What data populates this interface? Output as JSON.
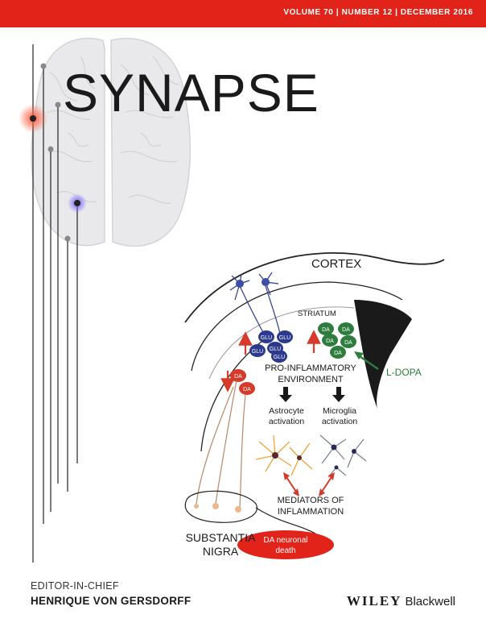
{
  "header": {
    "issue_line": "VOLUME 70 | NUMBER 12 | DECEMBER 2016"
  },
  "journal": {
    "title": "SYNAPSE"
  },
  "figure": {
    "cortex": "CORTEX",
    "striatum": "STRIATUM",
    "glu": "GLU",
    "da": "DA",
    "env_line1": "PRO-INFLAMMATORY",
    "env_line2": "ENVIRONMENT",
    "astro_line1": "Astrocyte",
    "astro_line2": "activation",
    "micro_line1": "Microglia",
    "micro_line2": "activation",
    "ldopa": "L-DOPA",
    "mediators_line1": "MEDIATORS OF",
    "mediators_line2": "INFLAMMATION",
    "sn_line1": "SUBSTANTIA",
    "sn_line2": "NIGRA",
    "death_line1": "DA neuronal",
    "death_line2": "death"
  },
  "editor": {
    "label": "EDITOR-IN-CHIEF",
    "name": "HENRIQUE VON GERSDORFF"
  },
  "publisher": {
    "wiley": "WILEY",
    "blackwell": "Blackwell"
  },
  "colors": {
    "brand_red": "#e2231a",
    "glu_blue": "#2b3a8c",
    "da_green": "#2e7d3e",
    "da_red": "#d63a2a",
    "ldopa_green": "#2e7d3e",
    "astro_orange": "#f0a23a",
    "micro_gray": "#7c8590"
  }
}
